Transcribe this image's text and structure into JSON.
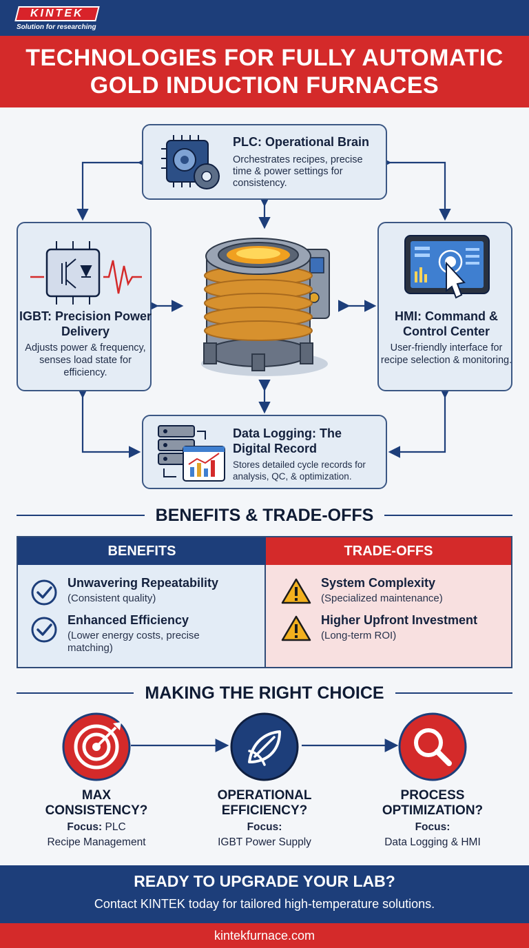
{
  "brand": {
    "logo_text": "KINTEK",
    "tagline": "Solution for researching",
    "primary_color": "#1d3e7a",
    "accent_color": "#d42a2a"
  },
  "title": {
    "line1": "TECHNOLOGIES FOR FULLY AUTOMATIC",
    "line2": "GOLD INDUCTION FURNACES"
  },
  "technologies": {
    "plc": {
      "title": "PLC: Operational Brain",
      "description": "Orchestrates recipes, precise time & power settings for consistency.",
      "icon": "circuit-gears-icon"
    },
    "igbt": {
      "title": "IGBT: Precision Power Delivery",
      "description": "Adjusts power & frequency, senses load state for efficiency.",
      "icon": "transistor-waveform-icon"
    },
    "hmi": {
      "title": "HMI: Command & Control Center",
      "description": "User-friendly interface for recipe selection & monitoring.",
      "icon": "touchscreen-icon"
    },
    "logging": {
      "title": "Data Logging: The Digital Record",
      "description": "Stores detailed cycle records for analysis, QC, & optimization.",
      "icon": "server-chart-icon"
    },
    "center_icon": "induction-furnace-icon"
  },
  "benefits_section": {
    "heading": "BENEFITS & TRADE-OFFS",
    "benefits_label": "BENEFITS",
    "tradeoffs_label": "TRADE-OFFS",
    "benefits": [
      {
        "title": "Unwavering Repeatability",
        "detail": "(Consistent quality)"
      },
      {
        "title": "Enhanced Efficiency",
        "detail": "(Lower energy costs, precise matching)"
      }
    ],
    "tradeoffs": [
      {
        "title": "System Complexity",
        "detail": "(Specialized maintenance)"
      },
      {
        "title": "Higher Upfront Investment",
        "detail": "(Long-term ROI)"
      }
    ]
  },
  "choice_section": {
    "heading": "MAKING THE RIGHT CHOICE",
    "choices": [
      {
        "line1": "MAX",
        "line2": "CONSISTENCY?",
        "focus_label": "Focus:",
        "focus_value": "PLC",
        "focus_detail": "Recipe Management",
        "icon": "target-icon"
      },
      {
        "line1": "OPERATIONAL",
        "line2": "EFFICIENCY?",
        "focus_label": "Focus:",
        "focus_value": "",
        "focus_detail": "IGBT Power Supply",
        "icon": "leaf-icon"
      },
      {
        "line1": "PROCESS",
        "line2": "OPTIMIZATION?",
        "focus_label": "Focus:",
        "focus_value": "",
        "focus_detail": "Data Logging & HMI",
        "icon": "magnifier-icon"
      }
    ]
  },
  "cta": {
    "title": "READY TO UPGRADE YOUR LAB?",
    "subtitle": "Contact KINTEK today for tailored high-temperature solutions.",
    "url": "kintekfurnace.com"
  }
}
